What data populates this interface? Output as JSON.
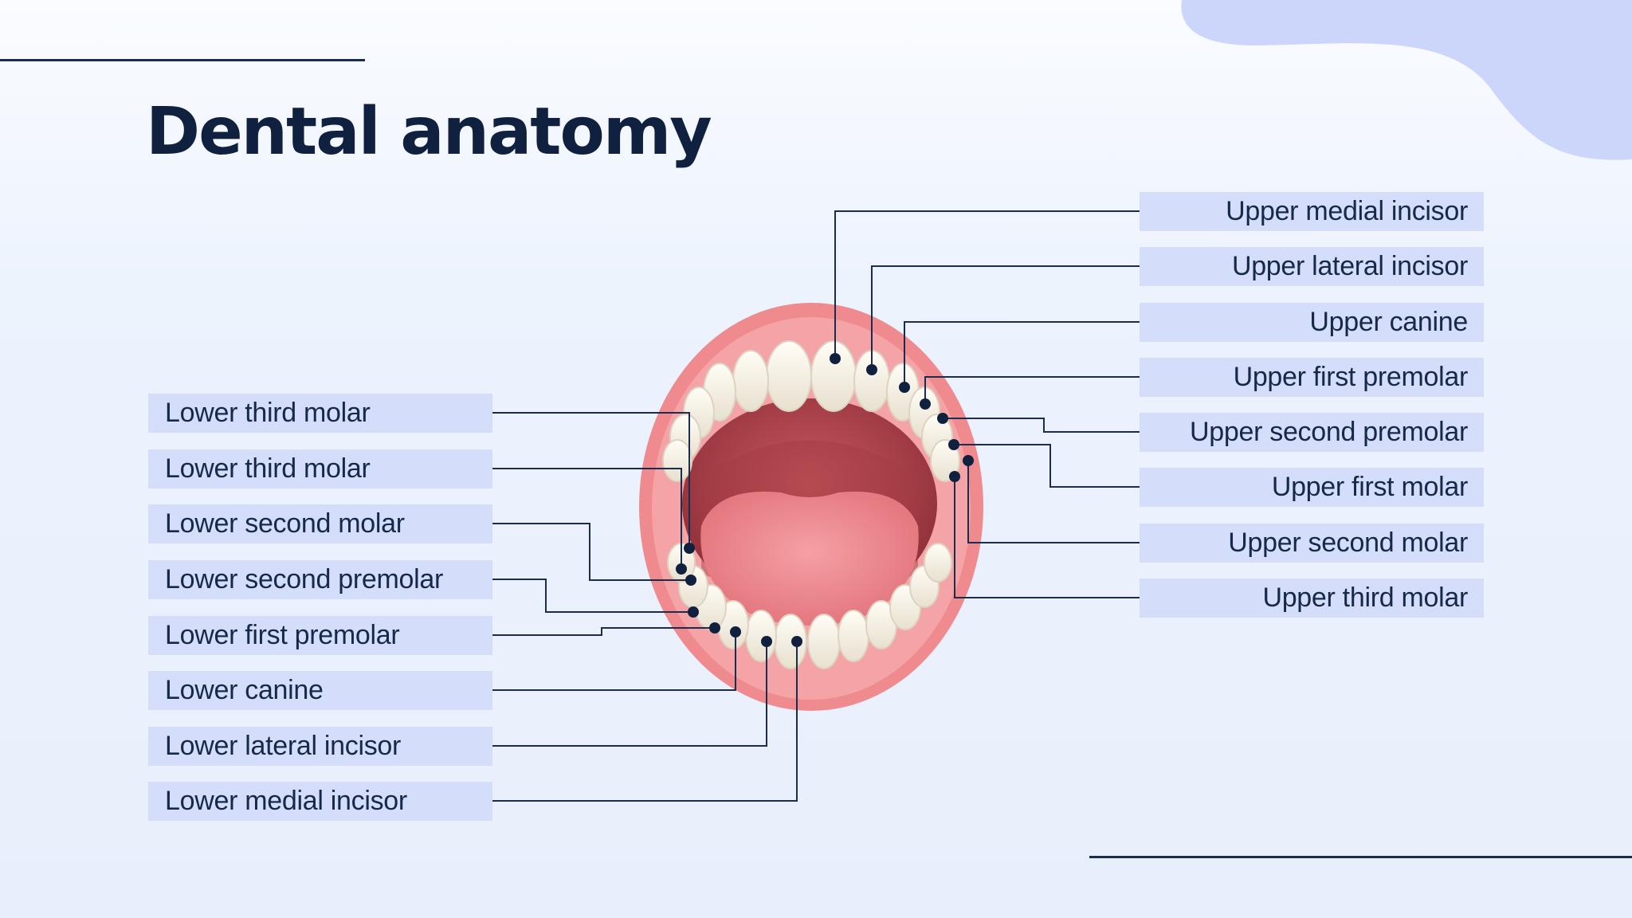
{
  "title": "Dental anatomy",
  "colors": {
    "title": "#0f213f",
    "label_bg": "#d4defb",
    "label_text": "#17294a",
    "leader_line": "#1b2d4e",
    "marker": "#0f213f",
    "decor_blob": "#cbd6fa",
    "lips": "#ef8a8e",
    "gums": "#f4a4a6",
    "mouth_interior": "#b8484f",
    "tongue": "#ee858c",
    "teeth": "#f6f2e9"
  },
  "icons": {
    "diagram": "open-mouth-teeth-illustration",
    "marker": "dot-marker"
  },
  "left_labels": [
    "Lower third molar",
    "Lower third molar",
    "Lower second molar",
    "Lower second premolar",
    "Lower first premolar",
    "Lower canine",
    "Lower lateral incisor",
    "Lower medial incisor"
  ],
  "right_labels": [
    "Upper medial incisor",
    "Upper lateral incisor",
    "Upper canine",
    "Upper first premolar",
    "Upper second premolar",
    "Upper first molar",
    "Upper second molar",
    "Upper third molar"
  ]
}
